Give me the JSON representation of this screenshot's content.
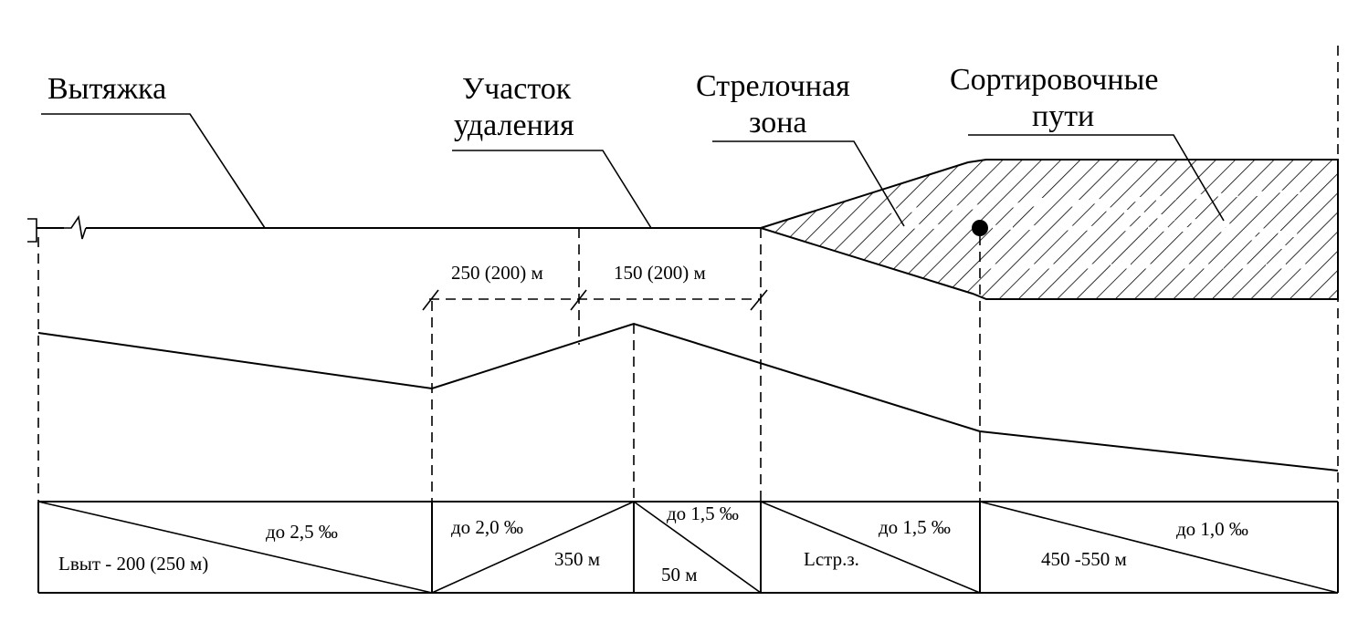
{
  "labels": {
    "vytyazhka": "Вытяжка",
    "uchastok_line1": "Участок",
    "uchastok_line2": "удаления",
    "strelochnaya_line1": "Стрелочная",
    "strelochnaya_line2": "зона",
    "sortirovochnye_line1": "Сортировочные",
    "sortirovochnye_line2": "пути"
  },
  "dimensions": {
    "dim_250": "250 (200) м",
    "dim_150": "150 (200) м"
  },
  "profile_table": {
    "cells": [
      {
        "grade": "до 2,5 ‰",
        "length": "Lвыт - 200 (250 м)"
      },
      {
        "grade": "до 2,0 ‰",
        "length": "350 м"
      },
      {
        "grade": "до 1,5 ‰",
        "length": "50 м"
      },
      {
        "grade": "до 1,5 ‰",
        "length": "Lстр.з."
      },
      {
        "grade": "до 1,0 ‰",
        "length": "450 -550 м"
      }
    ]
  }
}
